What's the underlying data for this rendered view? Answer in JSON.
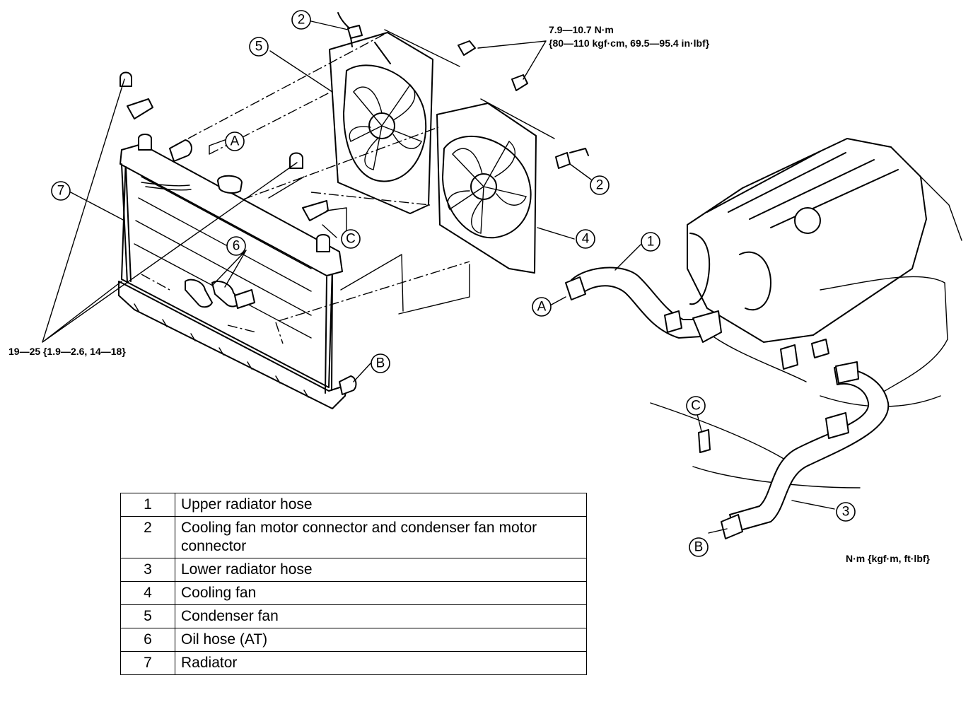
{
  "callouts": [
    {
      "id": "c1",
      "label": "1"
    },
    {
      "id": "c2a",
      "label": "2"
    },
    {
      "id": "c2b",
      "label": "2"
    },
    {
      "id": "c3",
      "label": "3"
    },
    {
      "id": "c4",
      "label": "4"
    },
    {
      "id": "c5",
      "label": "5"
    },
    {
      "id": "c6",
      "label": "6"
    },
    {
      "id": "c7",
      "label": "7"
    },
    {
      "id": "cA1",
      "label": "A"
    },
    {
      "id": "cA2",
      "label": "A"
    },
    {
      "id": "cB1",
      "label": "B"
    },
    {
      "id": "cB2",
      "label": "B"
    },
    {
      "id": "cC1",
      "label": "C"
    },
    {
      "id": "cC2",
      "label": "C"
    }
  ],
  "torque_specs": {
    "fan_bolt_line1": "7.9—10.7 N·m",
    "fan_bolt_line2": "{80—110 kgf·cm, 69.5—95.4 in·lbf}",
    "radiator_bracket": "19—25 {1.9—2.6, 14—18}",
    "units": "N·m {kgf·m, ft·lbf}"
  },
  "legend": [
    {
      "num": "1",
      "name": "Upper radiator hose"
    },
    {
      "num": "2",
      "name": "Cooling fan motor connector and condenser fan motor connector"
    },
    {
      "num": "3",
      "name": "Lower radiator hose"
    },
    {
      "num": "4",
      "name": "Cooling fan"
    },
    {
      "num": "5",
      "name": "Condenser fan"
    },
    {
      "num": "6",
      "name": "Oil hose (AT)"
    },
    {
      "num": "7",
      "name": "Radiator"
    }
  ]
}
